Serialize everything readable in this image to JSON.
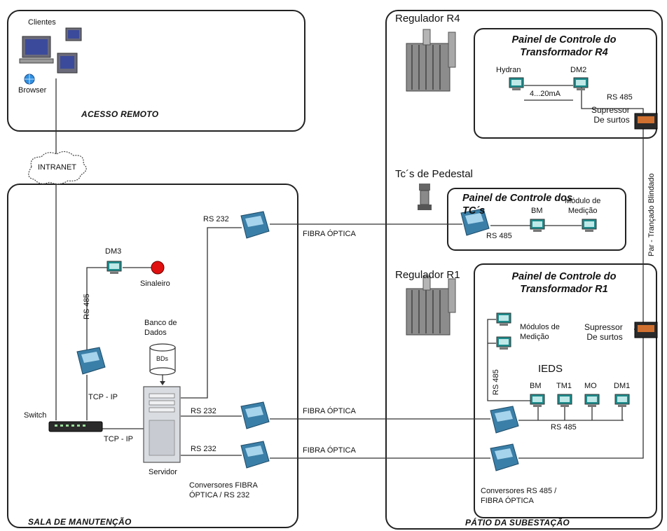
{
  "sections": {
    "acesso_remoto": "ACESSO REMOTO",
    "sala_manutencao": "SALA DE MANUTENÇÃO",
    "patio_subestacao": "PÁTIO DA SUBESTAÇÃO"
  },
  "panels": {
    "painel_r4": {
      "line1": "Painel de Controle do",
      "line2": "Transformador R4"
    },
    "painel_tcs": {
      "line1": "Painel de Controle dos",
      "line2": "TC´s"
    },
    "painel_r1": {
      "line1": "Painel de Controle do",
      "line2": "Transformador R1"
    }
  },
  "labels": {
    "clientes": "Clientes",
    "browser": "Browser",
    "intranet": "INTRANET",
    "regulador_r4": "Regulador R4",
    "regulador_r1": "Regulador R1",
    "tcs_pedestal": "Tc´s de Pedestal",
    "hydran": "Hydran",
    "dm2": "DM2",
    "current_loop": "4...20mA",
    "rs485_r4": "RS 485",
    "supressor_r4_l1": "Supressor",
    "supressor_r4_l2": "De surtos",
    "par_trancado": "Par - Trançado Blindado",
    "bm_tcs": "BM",
    "modulo_medicao_l1": "Módulo de",
    "modulo_medicao_l2": "Medição",
    "rs485_tcs": "RS 485",
    "rs232_top": "RS 232",
    "fibra_top": "FIBRA ÓPTICA",
    "dm3": "DM3",
    "sinaleiro": "Sinaleiro",
    "rs485_dm3": "RS 485",
    "banco_l1": "Banco de",
    "banco_l2": "Dados",
    "bds": "BDs",
    "tcp_ip_1": "TCP - IP",
    "switch": "Switch",
    "tcp_ip_2": "TCP - IP",
    "rs232_mid": "RS 232",
    "rs232_bot": "RS 232",
    "fibra_mid": "FIBRA ÓPTICA",
    "fibra_bot": "FIBRA ÓPTICA",
    "servidor": "Servidor",
    "conversores_fo_l1": "Conversores FIBRA",
    "conversores_fo_l2": "ÓPTICA / RS 232",
    "modulos_medicao_l1": "Módulos de",
    "modulos_medicao_l2": "Medição",
    "supressor_r1_l1": "Supressor",
    "supressor_r1_l2": "De surtos",
    "ieds": "IEDS",
    "rs485_vert": "RS 485",
    "bm_r1": "BM",
    "tm1": "TM1",
    "mo": "MO",
    "dm1": "DM1",
    "rs485_ieds": "RS 485",
    "conversores_rs485_l1": "Conversores  RS 485 /",
    "conversores_rs485_l2": "FIBRA ÓPTICA"
  },
  "colors": {
    "device_teal": "#1f8c8c",
    "converter_blue": "#3a7fa8",
    "signal_red": "#e01010",
    "line": "#333333"
  }
}
